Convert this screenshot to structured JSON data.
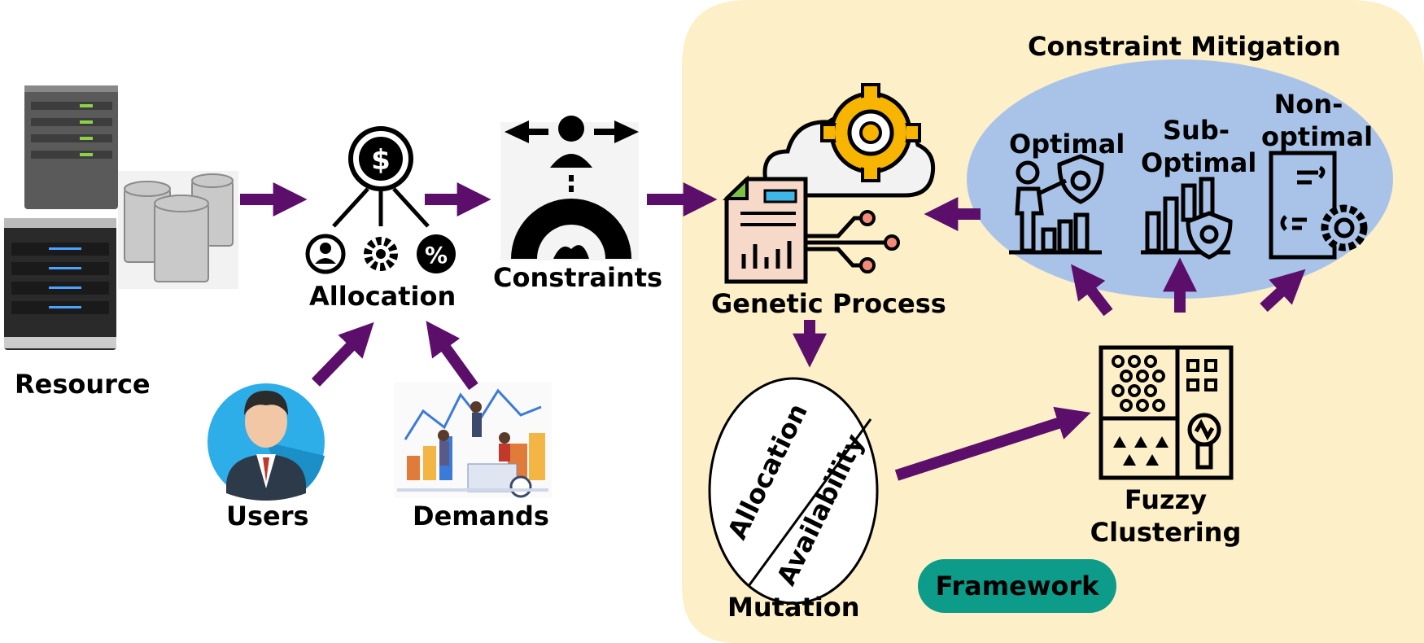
{
  "labels": {
    "resource": "Resource",
    "allocation": "Allocation",
    "constraints": "Constraints",
    "users": "Users",
    "demands": "Demands",
    "genetic_process": "Genetic Process",
    "constraint_mitigation": "Constraint Mitigation",
    "optimal": "Optimal",
    "sub_optimal_1": "Sub-",
    "sub_optimal_2": "Optimal",
    "non_optimal_1": "Non-",
    "non_optimal_2": "optimal",
    "fuzzy_1": "Fuzzy",
    "fuzzy_2": "Clustering",
    "mutation": "Mutation",
    "mutation_allocation": "Allocation",
    "mutation_availability": "Availability",
    "framework": "Framework"
  },
  "icons": {
    "dollar_symbol": "$",
    "percent_symbol": "%"
  },
  "colors": {
    "framework_bg": "#fdf0c8",
    "mitigation_bg": "#a9c3e8",
    "arrow": "#5b0f6b",
    "framework_badge": "#0d9b8a",
    "user_circle": "#2eaee8"
  }
}
